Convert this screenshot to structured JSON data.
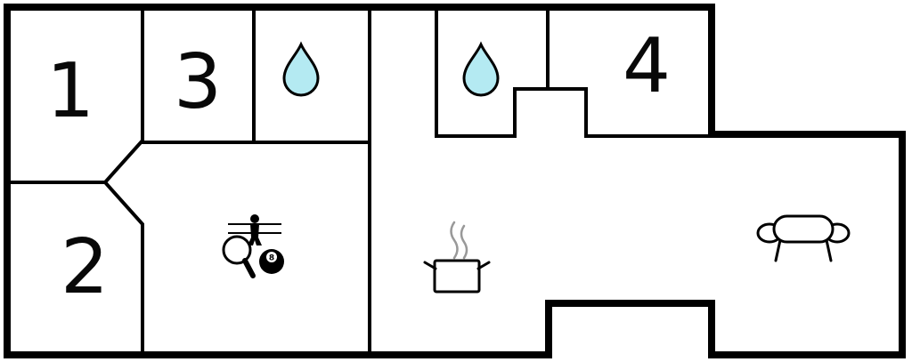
{
  "colors": {
    "background": "#ffffff",
    "wall": "#000000",
    "water_drop_fill": "#b4eaf2",
    "steam": "#999999"
  },
  "rooms": [
    {
      "id": "room-1",
      "label": "1"
    },
    {
      "id": "room-2",
      "label": "2"
    },
    {
      "id": "room-3",
      "label": "3"
    },
    {
      "id": "room-4",
      "label": "4"
    }
  ],
  "labels": {
    "eight_ball": "8"
  },
  "icons": [
    {
      "name": "water-drop-icon",
      "area": "bathroom-1"
    },
    {
      "name": "water-drop-icon",
      "area": "bathroom-2"
    },
    {
      "name": "table-tennis-paddle-icon",
      "area": "game-room"
    },
    {
      "name": "foosball-player-icon",
      "area": "game-room"
    },
    {
      "name": "eight-ball-icon",
      "area": "game-room"
    },
    {
      "name": "cooking-pot-icon",
      "area": "kitchen"
    },
    {
      "name": "steam-icon",
      "area": "kitchen"
    },
    {
      "name": "sofa-icon",
      "area": "living-room"
    }
  ]
}
